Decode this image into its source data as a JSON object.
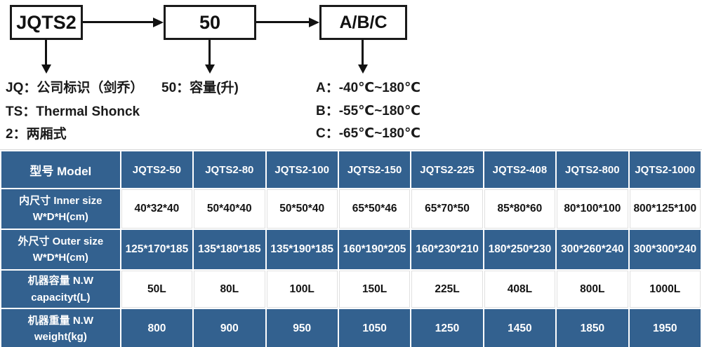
{
  "colors": {
    "table_blue": "#33618F",
    "diagram_ink": "#111111"
  },
  "diagram": {
    "boxes": [
      {
        "label": "JQTS2"
      },
      {
        "label": "50"
      },
      {
        "label": "A/B/C"
      }
    ],
    "notes": {
      "left": [
        "JQ：公司标识（剑乔）",
        "TS：Thermal Shonck",
        "2：两厢式"
      ],
      "middle": [
        "50：容量(升)"
      ],
      "right": [
        "A：-40℃~180℃",
        "B：-55℃~180℃",
        "C：-65℃~180℃"
      ]
    }
  },
  "table": {
    "corner_label": "型号 Model",
    "models": [
      "JQTS2-50",
      "JQTS2-80",
      "JQTS2-100",
      "JQTS2-150",
      "JQTS2-225",
      "JQTS2-408",
      "JQTS2-800",
      "JQTS2-1000"
    ],
    "rows": [
      {
        "label_zh": "内尺寸 Inner size",
        "label_en": "W*D*H(cm)",
        "values": [
          "40*32*40",
          "50*40*40",
          "50*50*40",
          "65*50*46",
          "65*70*50",
          "85*80*60",
          "80*100*100",
          "800*125*100"
        ]
      },
      {
        "label_zh": "外尺寸 Outer size",
        "label_en": "W*D*H(cm)",
        "values": [
          "125*170*185",
          "135*180*185",
          "135*190*185",
          "160*190*205",
          "160*230*210",
          "180*250*230",
          "300*260*240",
          "300*300*240"
        ]
      },
      {
        "label_zh": "机器容量 N.W",
        "label_en": "capacityt(L)",
        "values": [
          "50L",
          "80L",
          "100L",
          "150L",
          "225L",
          "408L",
          "800L",
          "1000L"
        ]
      },
      {
        "label_zh": "机器重量 N.W",
        "label_en": "weight(kg)",
        "values": [
          "800",
          "900",
          "950",
          "1050",
          "1250",
          "1450",
          "1850",
          "1950"
        ]
      }
    ]
  }
}
